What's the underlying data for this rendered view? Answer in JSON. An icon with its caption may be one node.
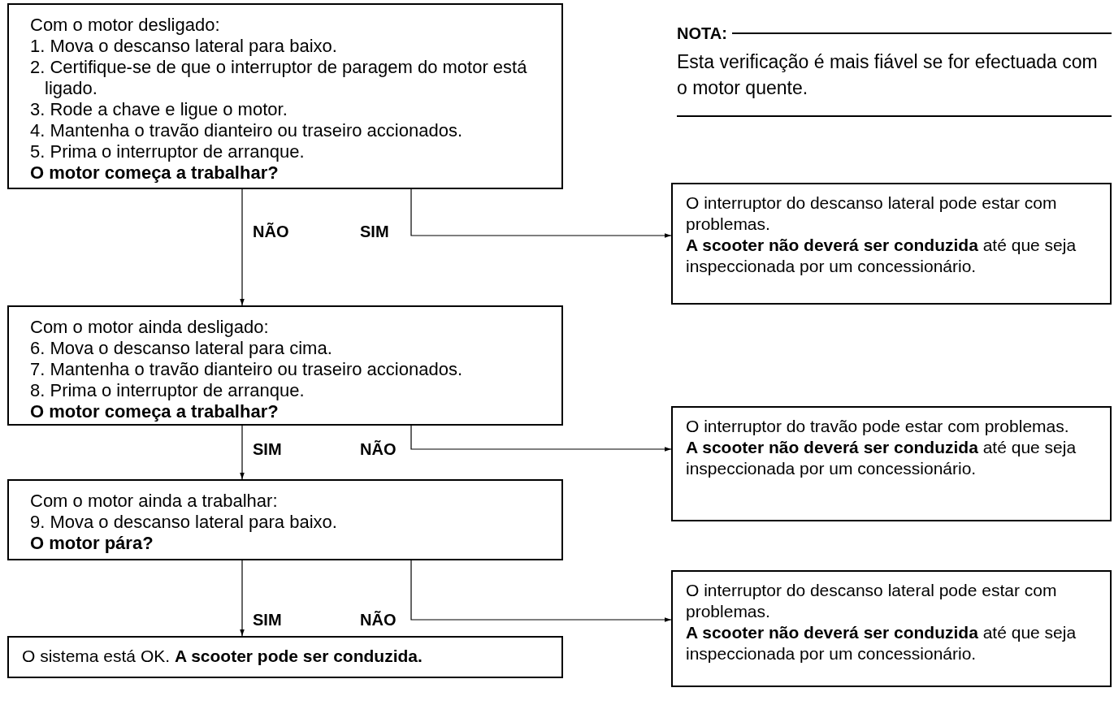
{
  "diagram": {
    "nodes": [
      {
        "text": [
          "Com o motor desligado:",
          "1. Mova o descanso lateral para baixo.",
          "2. Certifique-se de que o interruptor de paragem do motor está ligado.",
          "3. Rode a chave e ligue o motor.",
          "4. Mantenha o travão dianteiro ou traseiro accionados.",
          "5. Prima o interruptor de arranque.",
          "O motor começa a trabalhar?"
        ]
      },
      {
        "text": [
          "O interruptor do descanso lateral pode estar com problemas.",
          "**A scooter não deverá ser conduzida** até que seja inspeccionada por um concessionário."
        ]
      },
      {
        "text": [
          "Com o motor ainda desligado:",
          "6. Mova o descanso lateral para cima.",
          "7. Mantenha o travão dianteiro ou traseiro accionados.",
          "8. Prima o interruptor de arranque.",
          "O motor começa a trabalhar?"
        ]
      },
      {
        "text": [
          "O interruptor do travão pode estar com problemas.",
          "**A scooter não deverá ser conduzida** até que seja inspeccionada por um concessionário."
        ]
      },
      {
        "text": [
          "Com o motor ainda a trabalhar:",
          "9. Mova o descanso lateral para baixo.",
          "O motor pára?"
        ]
      },
      {
        "text": [
          "O interruptor do descanso lateral pode estar com problemas.",
          "**A scooter não deverá ser conduzida** até que seja inspeccionada por um concessionário."
        ]
      },
      {
        "text": [
          "O sistema está OK. **A scooter pode ser conduzida.**"
        ]
      }
    ],
    "edges": [
      {
        "from": 0,
        "to": 2,
        "arrow": "to",
        "label": "NÃO"
      },
      {
        "from": 0,
        "to": 1,
        "arrow": "to",
        "label": "SIM"
      },
      {
        "from": 2,
        "to": 4,
        "arrow": "to",
        "label": "SIM"
      },
      {
        "from": 2,
        "to": 3,
        "arrow": "to",
        "label": "NÃO"
      },
      {
        "from": 4,
        "to": 6,
        "arrow": "to",
        "label": "SIM"
      },
      {
        "from": 4,
        "to": 5,
        "arrow": "to",
        "label": "NÃO"
      }
    ],
    "labels": [
      "NOTA:",
      "Esta verificação é mais fiável se for efectuada com o motor quente."
    ]
  }
}
